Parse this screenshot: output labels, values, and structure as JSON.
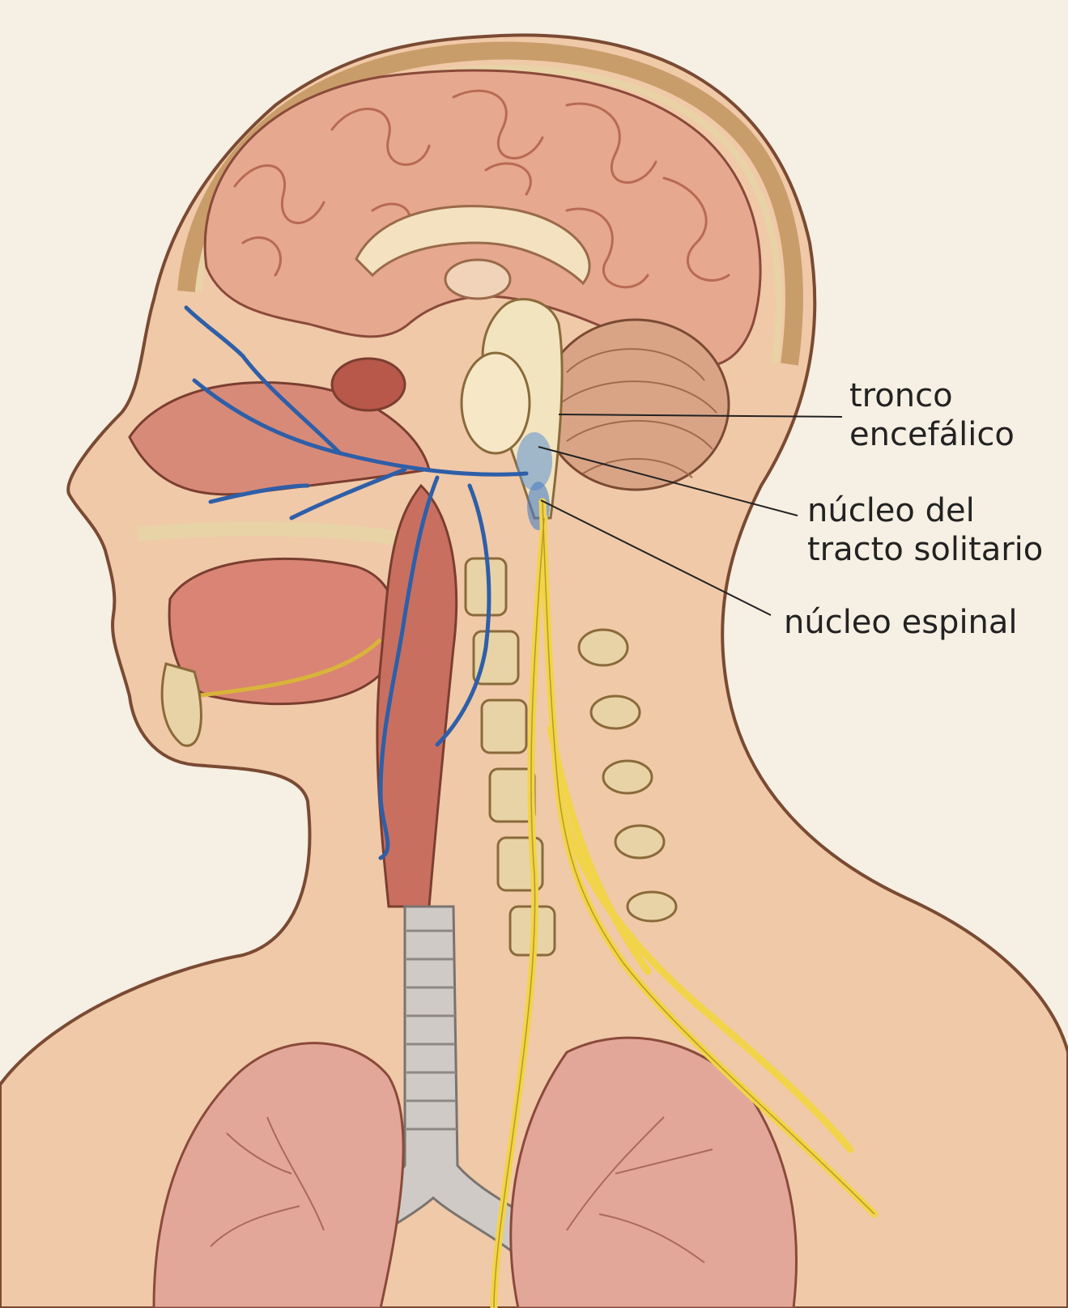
{
  "labels": {
    "tronco_encefalico": [
      "tronco",
      "encefálico"
    ],
    "nucleo_tracto_solitario": [
      "núcleo del",
      "tracto solitario"
    ],
    "nucleo_espinal": [
      "núcleo espinal"
    ]
  },
  "colors": {
    "background": "#f6efe3",
    "skin": "#f0c9a8",
    "skin_outline": "#7a4a33",
    "brain": "#e6a88f",
    "brain_gyri": "#b86a55",
    "cerebellum": "#d9a486",
    "brainstem": "#f3e4c0",
    "bone": "#e8d3a6",
    "muscle": "#c96f5f",
    "nerve_yellow": "#f2d44a",
    "nerve_blue": "#2e5fa8",
    "lung": "#e3a79a",
    "trachea": "#c9c4c0",
    "leader_line": "#222222"
  }
}
